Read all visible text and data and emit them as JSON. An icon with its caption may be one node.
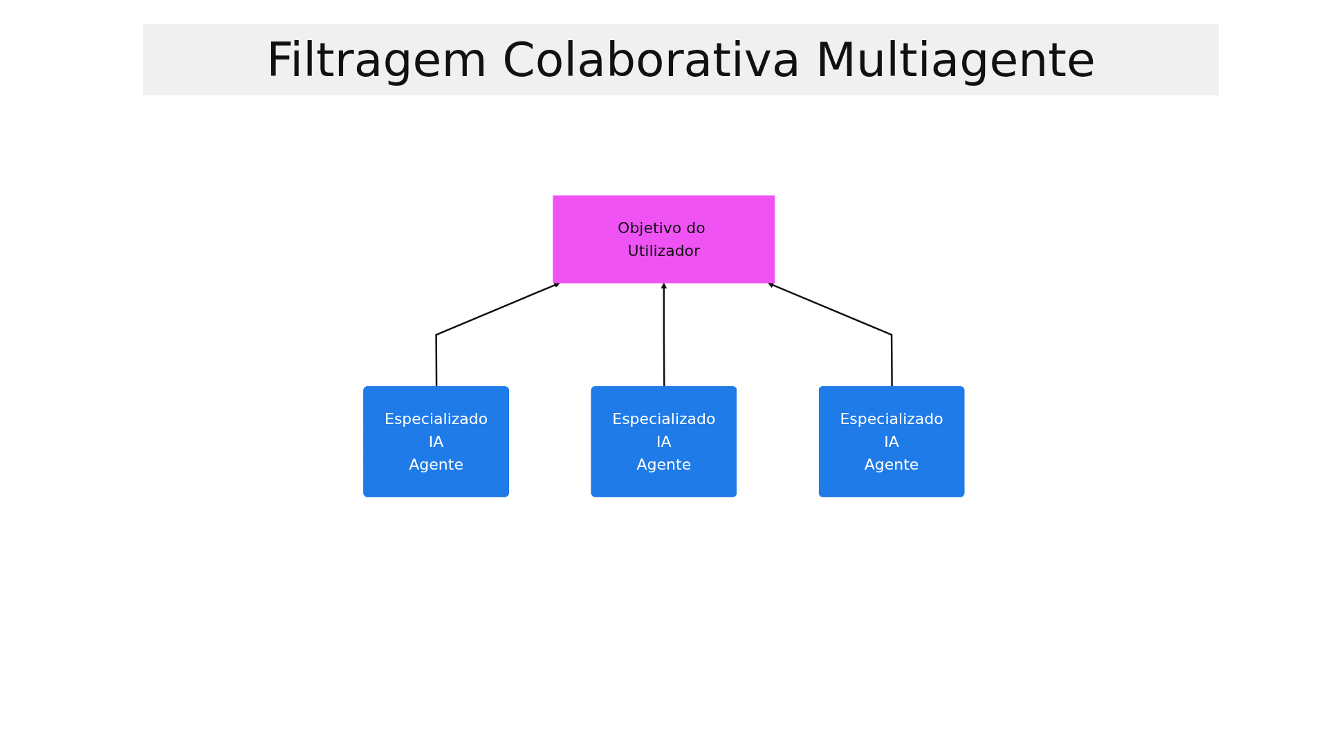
{
  "diagram": {
    "title": "Filtragem Colaborativa Multiagente",
    "nodes": [
      {
        "text": [
          "Objetivo do Utilizador"
        ]
      },
      {
        "text": [
          "Especializado",
          "IA",
          "Agente"
        ]
      },
      {
        "text": [
          "Especializado",
          "IA",
          "Agente"
        ]
      },
      {
        "text": [
          "Especializado",
          "IA",
          "Agente"
        ]
      }
    ],
    "edges": [
      {
        "from": 1,
        "to": 0,
        "arrow": "to"
      },
      {
        "from": 2,
        "to": 0,
        "arrow": "to"
      },
      {
        "from": 3,
        "to": 0,
        "arrow": "to"
      }
    ]
  }
}
